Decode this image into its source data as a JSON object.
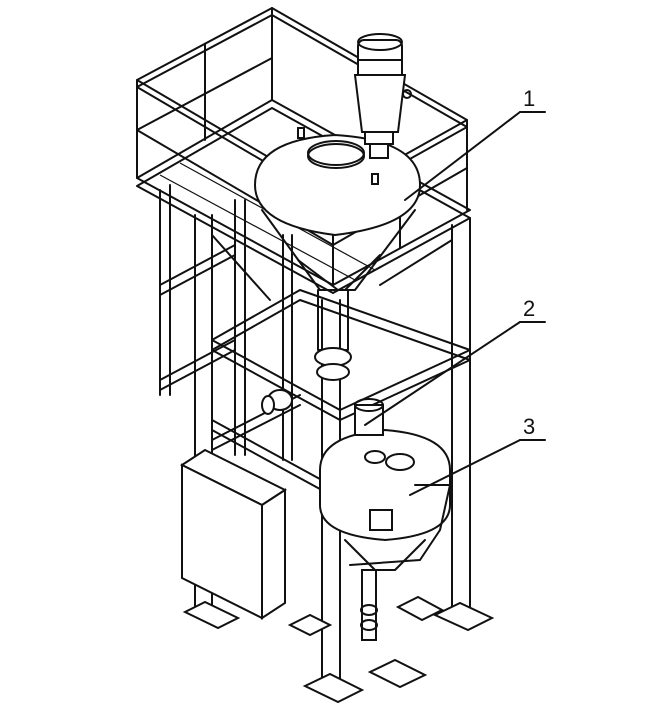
{
  "callouts": [
    {
      "label": "1"
    },
    {
      "label": "2"
    },
    {
      "label": "3"
    }
  ],
  "colors": {
    "line": "#111111",
    "background": "#ffffff"
  }
}
